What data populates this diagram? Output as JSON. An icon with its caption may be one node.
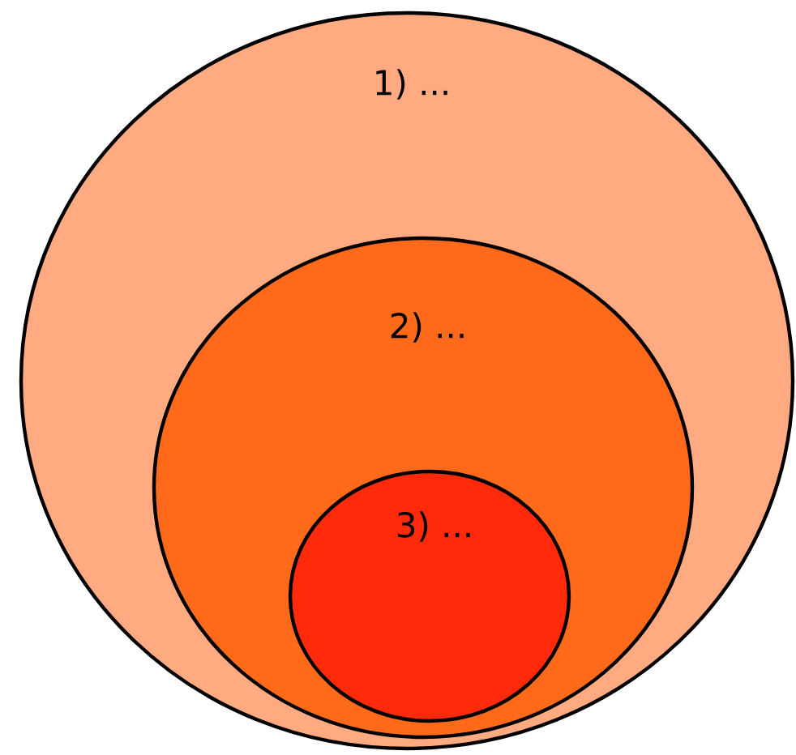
{
  "diagram": {
    "nodes": [
      {
        "text": [
          "1) ..."
        ]
      },
      {
        "text": [
          "2) ..."
        ],
        "in": 0
      },
      {
        "text": [
          "3) ..."
        ],
        "in": 1
      }
    ]
  }
}
